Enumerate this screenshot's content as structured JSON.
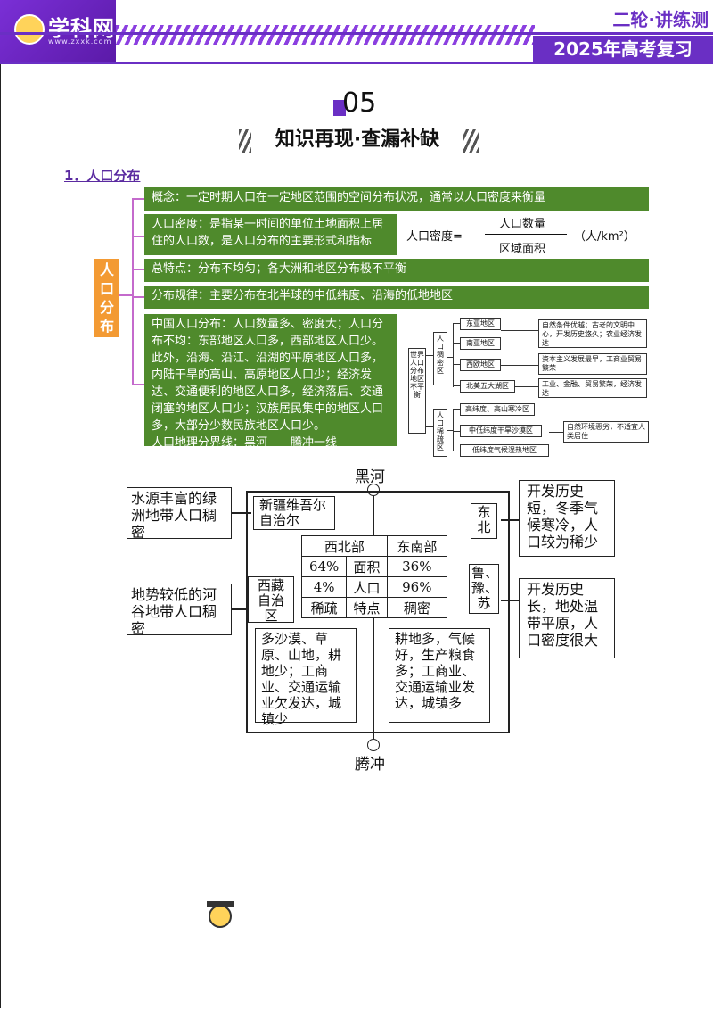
{
  "header": {
    "logo_text": "学科网",
    "logo_url": "www.zxxk.com",
    "series": "二轮·讲练测",
    "exam": "2025年高考复习"
  },
  "section": {
    "number": "05",
    "title": "知识再现·查漏补缺",
    "subheading": "1．人口分布"
  },
  "mindmap": {
    "side_label": "人口分布",
    "concept": "概念：一定时期人口在一定地区范围的空间分布状况，通常以人口密度来衡量",
    "density_def": "人口密度：是指某一时间的单位土地面积上居住的人口数，是人口分布的主要形式和指标",
    "formula_label": "人口密度=",
    "formula_numerator": "人口数量",
    "formula_denominator": "区域面积",
    "formula_unit": "（人/km²）",
    "overall": "总特点：分布不均匀；各大洲和地区分布极不平衡",
    "pattern": "分布规律：主要分布在北半球的中低纬度、沿海的低地地区",
    "china": "中国人口分布：人口数量多、密度大；人口分布不均：东部地区人口多，西部地区人口少。此外，沿海、沿江、沿湖的平原地区人口多，内陆干旱的高山、高原地区人口少；经济发达、交通便利的地区人口多，经济落后、交通闭塞的地区人口少；汉族居民集中的地区人口多，大部分少数民族地区人口少。",
    "boundary": "人口地理分界线：黑河——腾冲一线"
  },
  "flowchart": {
    "root": "世界人口分布地区不平衡",
    "dense": "人口稠密区",
    "sparse": "人口稀疏区",
    "dense_regions": [
      "东亚地区",
      "南亚地区",
      "西欧地区",
      "北美五大湖区"
    ],
    "dense_notes": [
      "自然条件优越；古老的文明中心，开发历史悠久；农业经济发达",
      "资本主义发展最早，工商业贸易繁荣",
      "工业、金融、贸易繁荣，经济发达"
    ],
    "sparse_regions": [
      "高纬度、高山寒冷区",
      "中低纬度干旱沙漠区",
      "低纬度气候湿热地区"
    ],
    "sparse_note": "自然环境恶劣，不适宜人类居住"
  },
  "china_map": {
    "top_city": "黑河",
    "bottom_city": "腾冲",
    "left_note_1": "水源丰富的绿洲地带人口稠密",
    "left_note_2": "地势较低的河谷地带人口稠密",
    "right_note_1": "开发历史短，冬季气候寒冷，人口较为稀少",
    "right_note_2": "开发历史长，地处温带平原，人口密度很大",
    "xinjiang": "新疆维吾尔自治尔",
    "tibet": "西藏自治区",
    "northeast": "东北",
    "lu_yu_su": "鲁、豫、苏",
    "table_headers": [
      "西北部",
      "东南部"
    ],
    "table_rows": [
      [
        "64%",
        "面积",
        "36%"
      ],
      [
        "4%",
        "人口",
        "96%"
      ],
      [
        "稀疏",
        "特点",
        "稠密"
      ]
    ],
    "west_desc": "多沙漠、草原、山地，耕地少；工商业、交通运输业欠发达，城镇少",
    "east_desc": "耕地多，气候好，生产粮食多；工商业、交通运输业发达，城镇多"
  }
}
